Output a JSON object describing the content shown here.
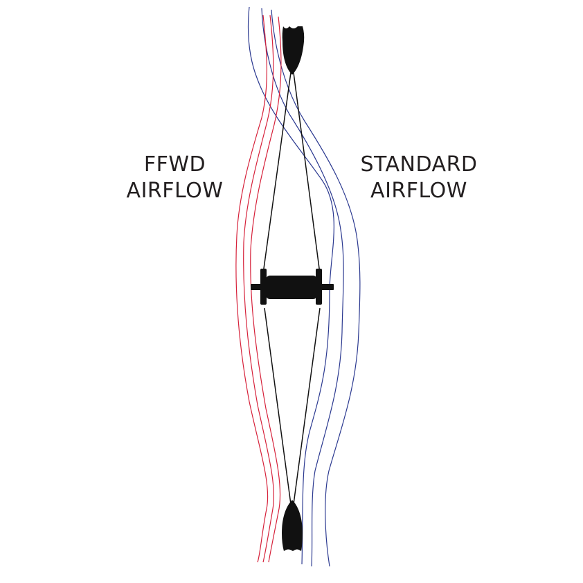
{
  "labels": {
    "ffwd": {
      "line1": "FFWD",
      "line2": "AIRFLOW"
    },
    "standard": {
      "line1": "STANDARD",
      "line2": "AIRFLOW"
    }
  },
  "colors": {
    "ffwd_flow": "#d6213a",
    "standard_flow": "#2b3990",
    "wheel": "#111111",
    "text": "#231f20"
  },
  "icons": {
    "top_rim": "rim-section-icon",
    "bottom_rim": "rim-section-icon",
    "hub": "hub-icon"
  }
}
